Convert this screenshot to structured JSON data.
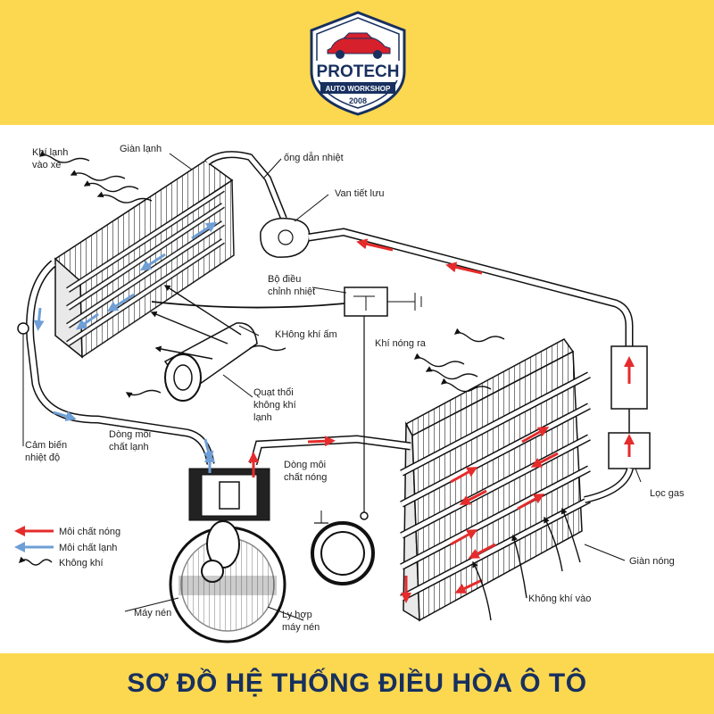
{
  "brand": {
    "name": "PROTECH",
    "tagline": "AUTO WORKSHOP",
    "year": "2008",
    "navy": "#18305f",
    "red": "#d6202c"
  },
  "colors": {
    "band": "#fcd850",
    "hot": "#e52b2b",
    "cold": "#6f9fd6"
  },
  "title": "SƠ ĐỒ HỆ THỐNG ĐIỀU HÒA Ô TÔ",
  "labels": {
    "cold_air_in": [
      "Khí lạnh",
      "vào xe"
    ],
    "evaporator": "Giàn lạnh",
    "heat_tube": "ống dẫn nhiệt",
    "expansion_valve": "Van tiết lưu",
    "thermostat": [
      "Bộ điều",
      "chỉnh nhiệt"
    ],
    "warm_air": "KHông khí ấm",
    "hot_air_out": "Khí nóng ra",
    "blower": [
      "Quạt thổi",
      "không khí",
      "lạnh"
    ],
    "temp_sensor": [
      "Cảm biến",
      "nhiệt độ"
    ],
    "cold_flow": [
      "Dòng môi",
      "chất lạnh"
    ],
    "hot_flow": [
      "Dòng môi",
      "chất nóng"
    ],
    "filter": "Lọc gas",
    "condenser": "Giàn nóng",
    "air_in": "Không khí vào",
    "compressor": "Máy nén",
    "clutch": [
      "Ly hợp",
      "máy nén"
    ]
  },
  "legend": [
    {
      "label": "Môi chất nóng",
      "kind": "hot-arrow"
    },
    {
      "label": "Môi chất lạnh",
      "kind": "cold-arrow"
    },
    {
      "label": "Không khí",
      "kind": "wave"
    }
  ]
}
